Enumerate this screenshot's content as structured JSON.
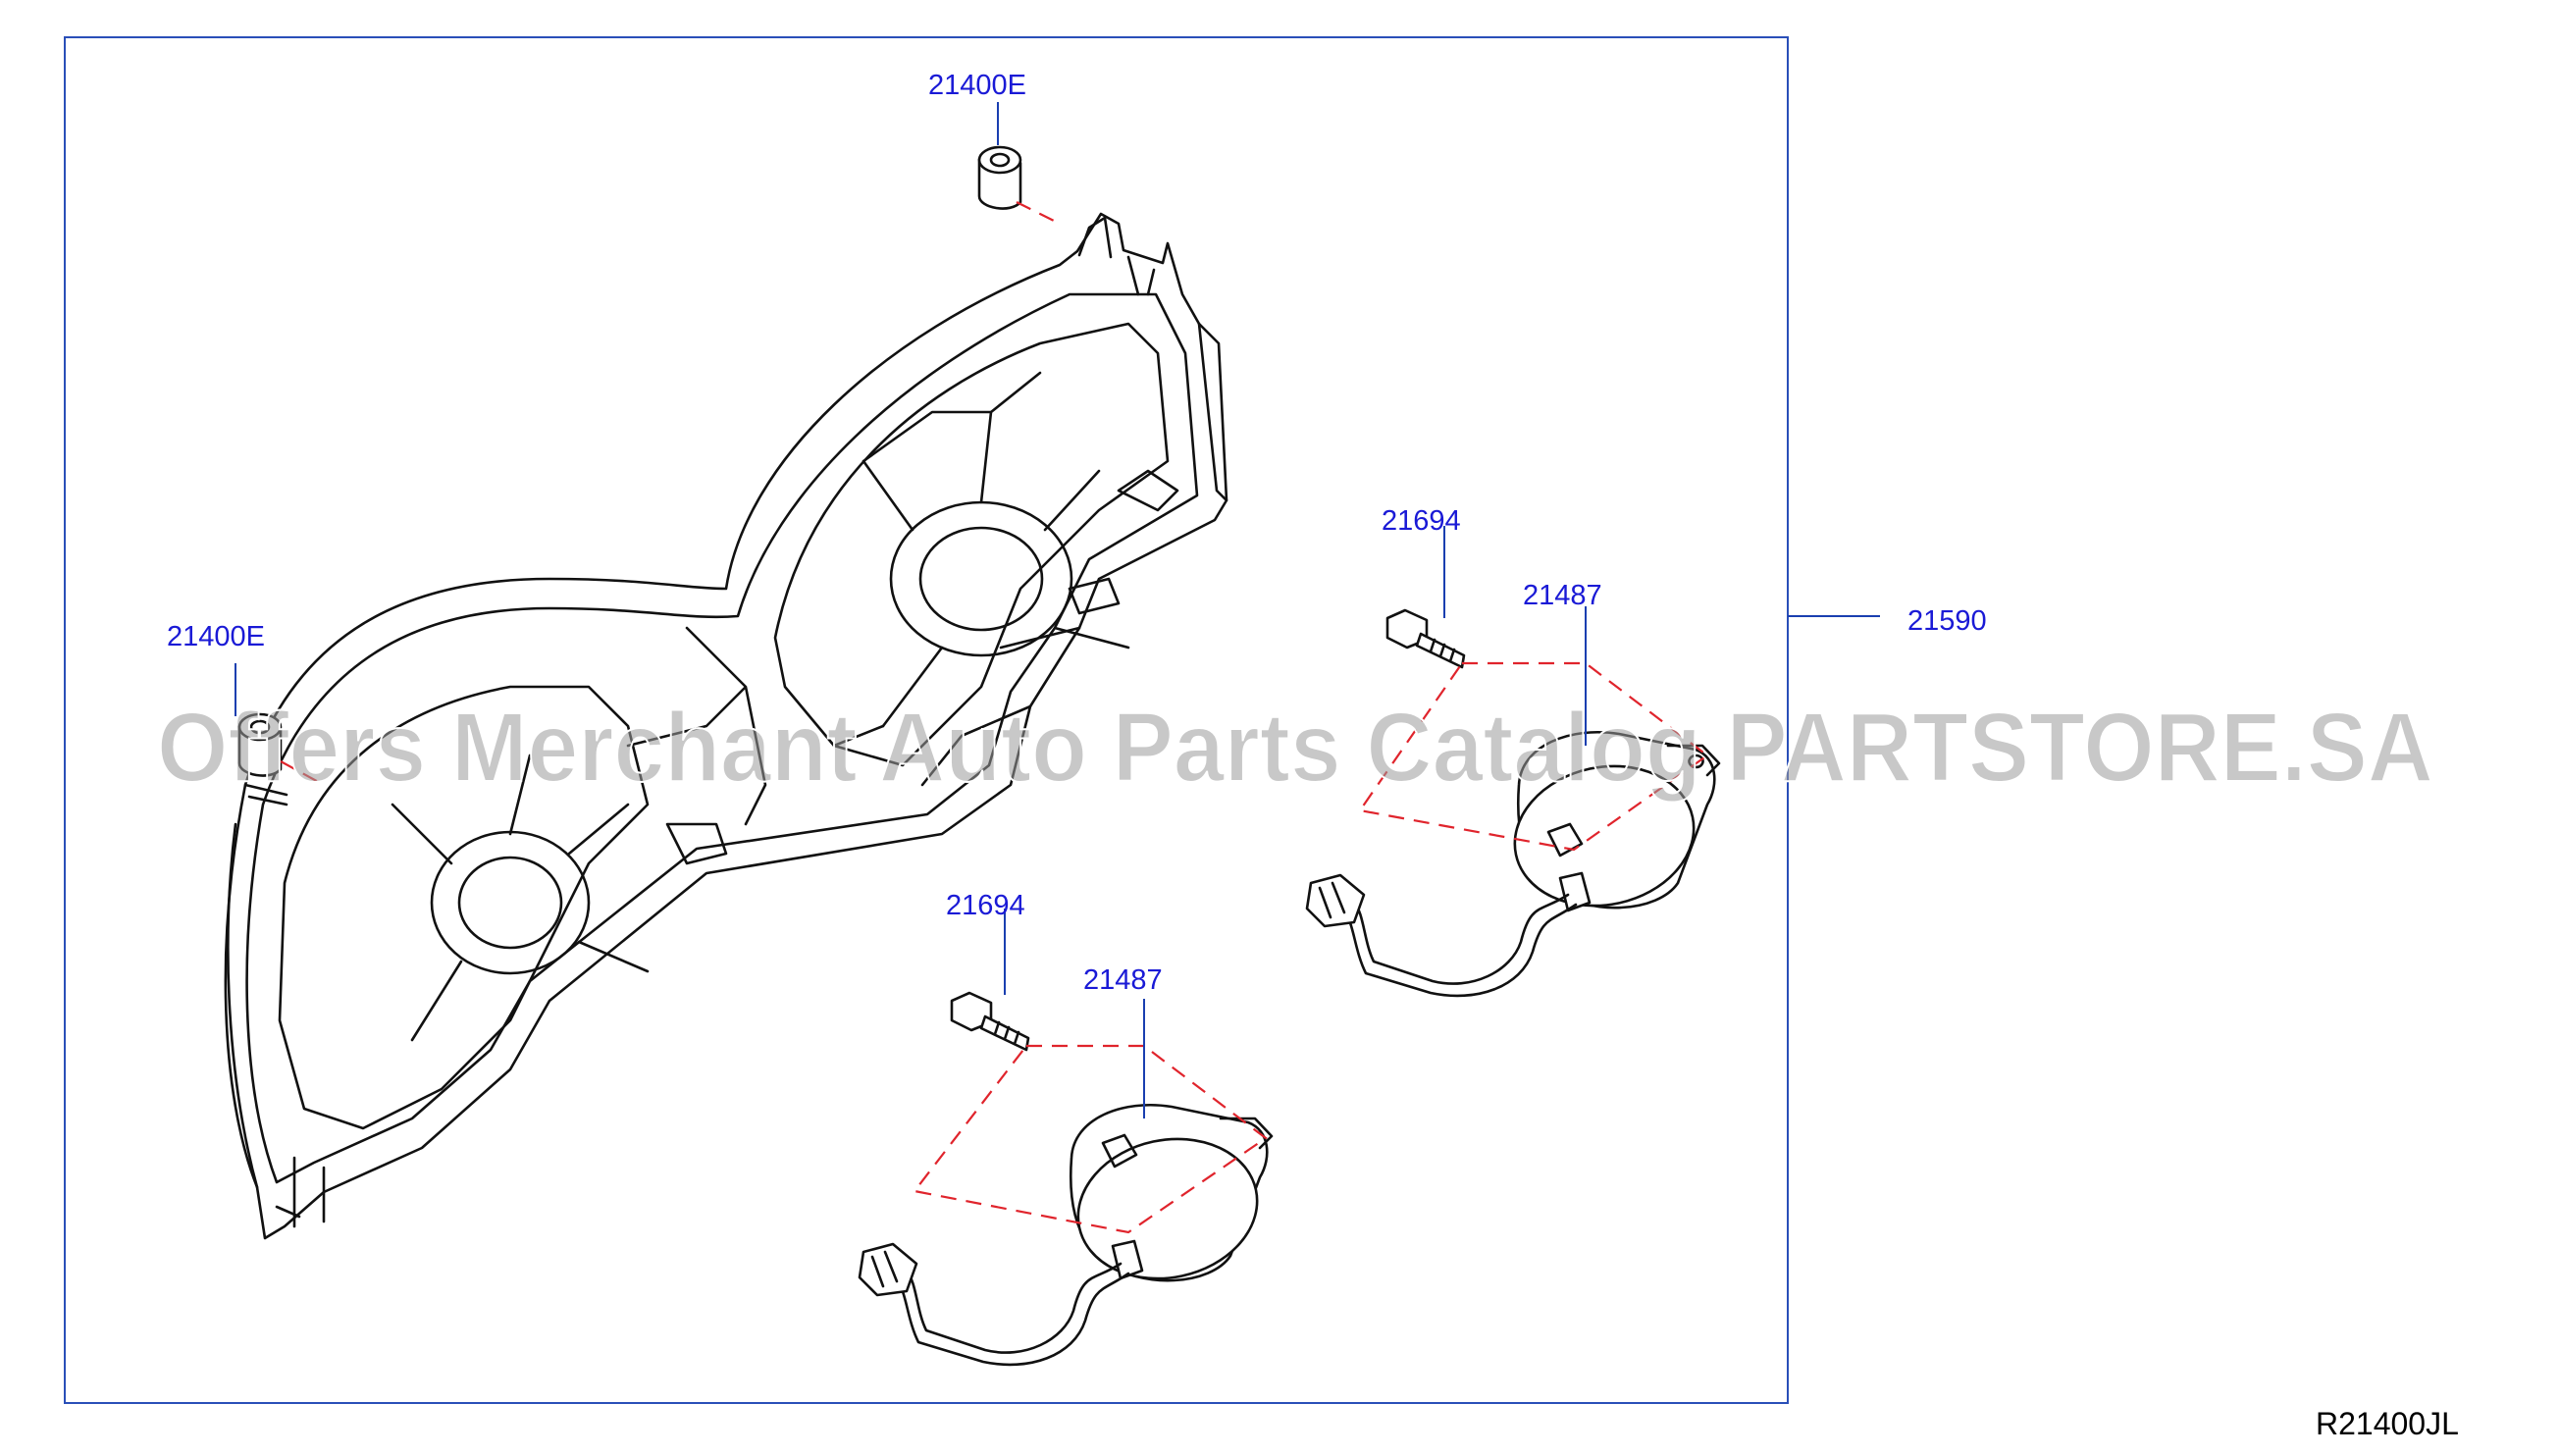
{
  "diagram": {
    "callouts": {
      "top_grommet": "21400E",
      "left_grommet": "21400E",
      "upper_bolt": "21694",
      "upper_motor": "21487",
      "assembly": "21590",
      "lower_bolt": "21694",
      "lower_motor": "21487"
    },
    "diagram_code": "R21400JL",
    "watermark": "Offers Merchant Auto Parts Catalog PARTSTORE.SA",
    "colors": {
      "callout_text": "#1a1ad6",
      "leader_line": "#1a3fb0",
      "dashed_guide": "#e0242c",
      "part_outline": "#111111"
    }
  }
}
